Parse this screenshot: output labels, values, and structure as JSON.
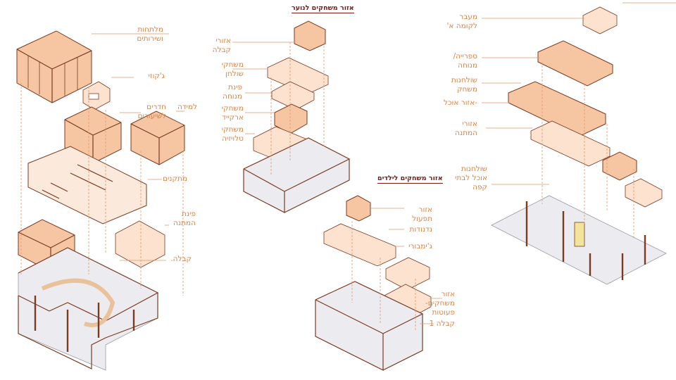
{
  "sections": {
    "teens_title": "אזור משחקים לנוער",
    "kids_title": "אזור משחקים לילדים"
  },
  "left_labels": {
    "offices": "מלתחות\nושירותים",
    "jacuzzi": "ג'קוזי",
    "classrooms": "חדרים\nלשיעורים",
    "learning": "למידה",
    "equipment": "מתקנים",
    "waiting": "פינת\nהמתנה",
    "reception": "קבלה."
  },
  "middle_labels": {
    "reception_areas": "אזורי\nקבלה",
    "table_games": "משחקי\nשולחן",
    "rest_corner": "פינת\nמנוחה",
    "arcade": "משחקי\nארקייד",
    "tv_games": "משחקי\nטלויזיה"
  },
  "kids_labels": {
    "operations": "אזור\nתפעול",
    "swings": "נדנודות",
    "gymboree": "ג'ימבורי",
    "baby_play": "אזור\nמשחקים-\nפעוטות",
    "reception1": "קבלה 1"
  },
  "right_labels": {
    "to_floor": "מעבר\nלקומה א'",
    "library": "ספרייה/\nמנוחה",
    "game_tables": "שולחנות\nמשחק",
    "dining": "-אזור אוכל",
    "waiting_areas": "אזורי\nהמתנה",
    "cafe_tables": "שולחנות\nאוכל לבתי\nקפה"
  },
  "colors": {
    "accent": "#d9844a",
    "line": "#e2986a",
    "wall": "#7a3b22",
    "fill": "#f6c6a3",
    "floor": "#ecebf0",
    "title": "#7a1d12"
  }
}
